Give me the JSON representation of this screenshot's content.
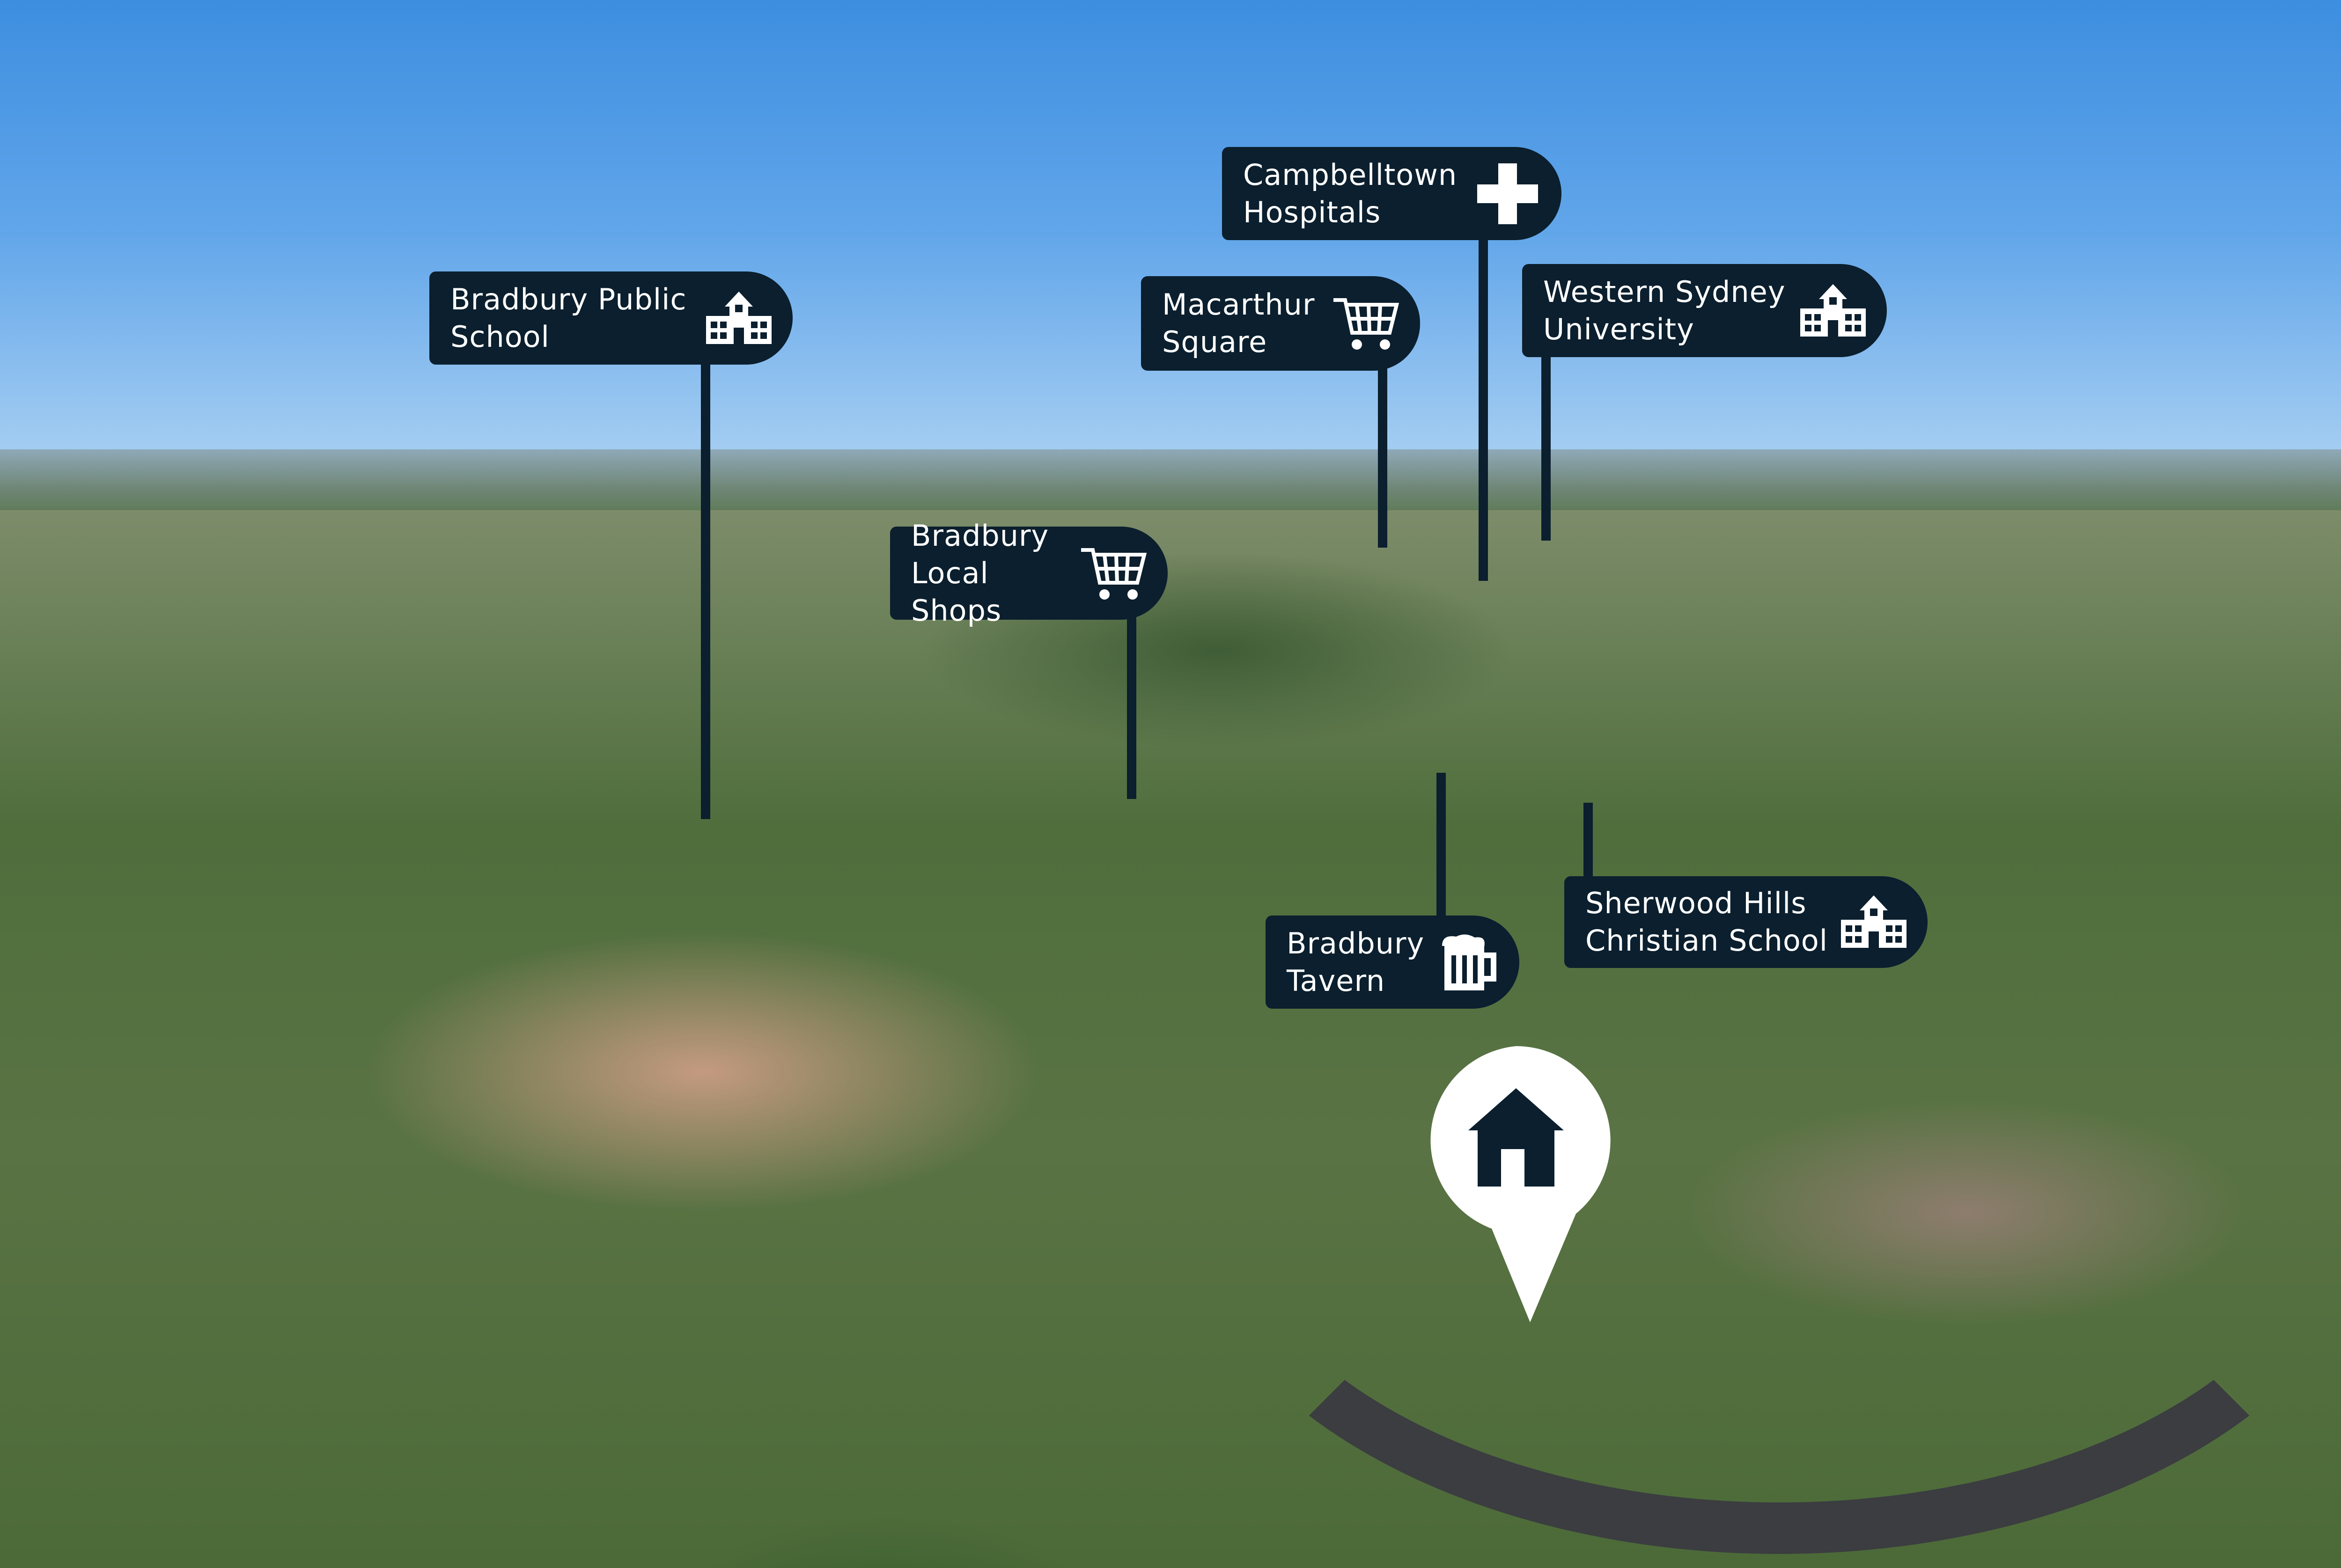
{
  "labels": [
    {
      "line1": "Bradbury Public",
      "line2": "School",
      "icon": "school-icon"
    },
    {
      "line1": "Campbelltown",
      "line2": "Hospitals",
      "icon": "hospital-cross-icon"
    },
    {
      "line1": "Macarthur",
      "line2": "Square",
      "icon": "shopping-cart-icon"
    },
    {
      "line1": "Western Sydney",
      "line2": "University",
      "icon": "school-icon"
    },
    {
      "line1": "Bradbury",
      "line2": "Local Shops",
      "icon": "shopping-cart-icon"
    },
    {
      "line1": "Sherwood Hills",
      "line2": "Christian School",
      "icon": "school-icon"
    },
    {
      "line1": "Bradbury",
      "line2": "Tavern",
      "icon": "beer-mug-icon"
    }
  ],
  "property_marker": {
    "icon": "home-pin-icon"
  },
  "colors": {
    "label_bg": "#0b1f2e",
    "label_text": "#ffffff",
    "pin": "#ffffff"
  }
}
